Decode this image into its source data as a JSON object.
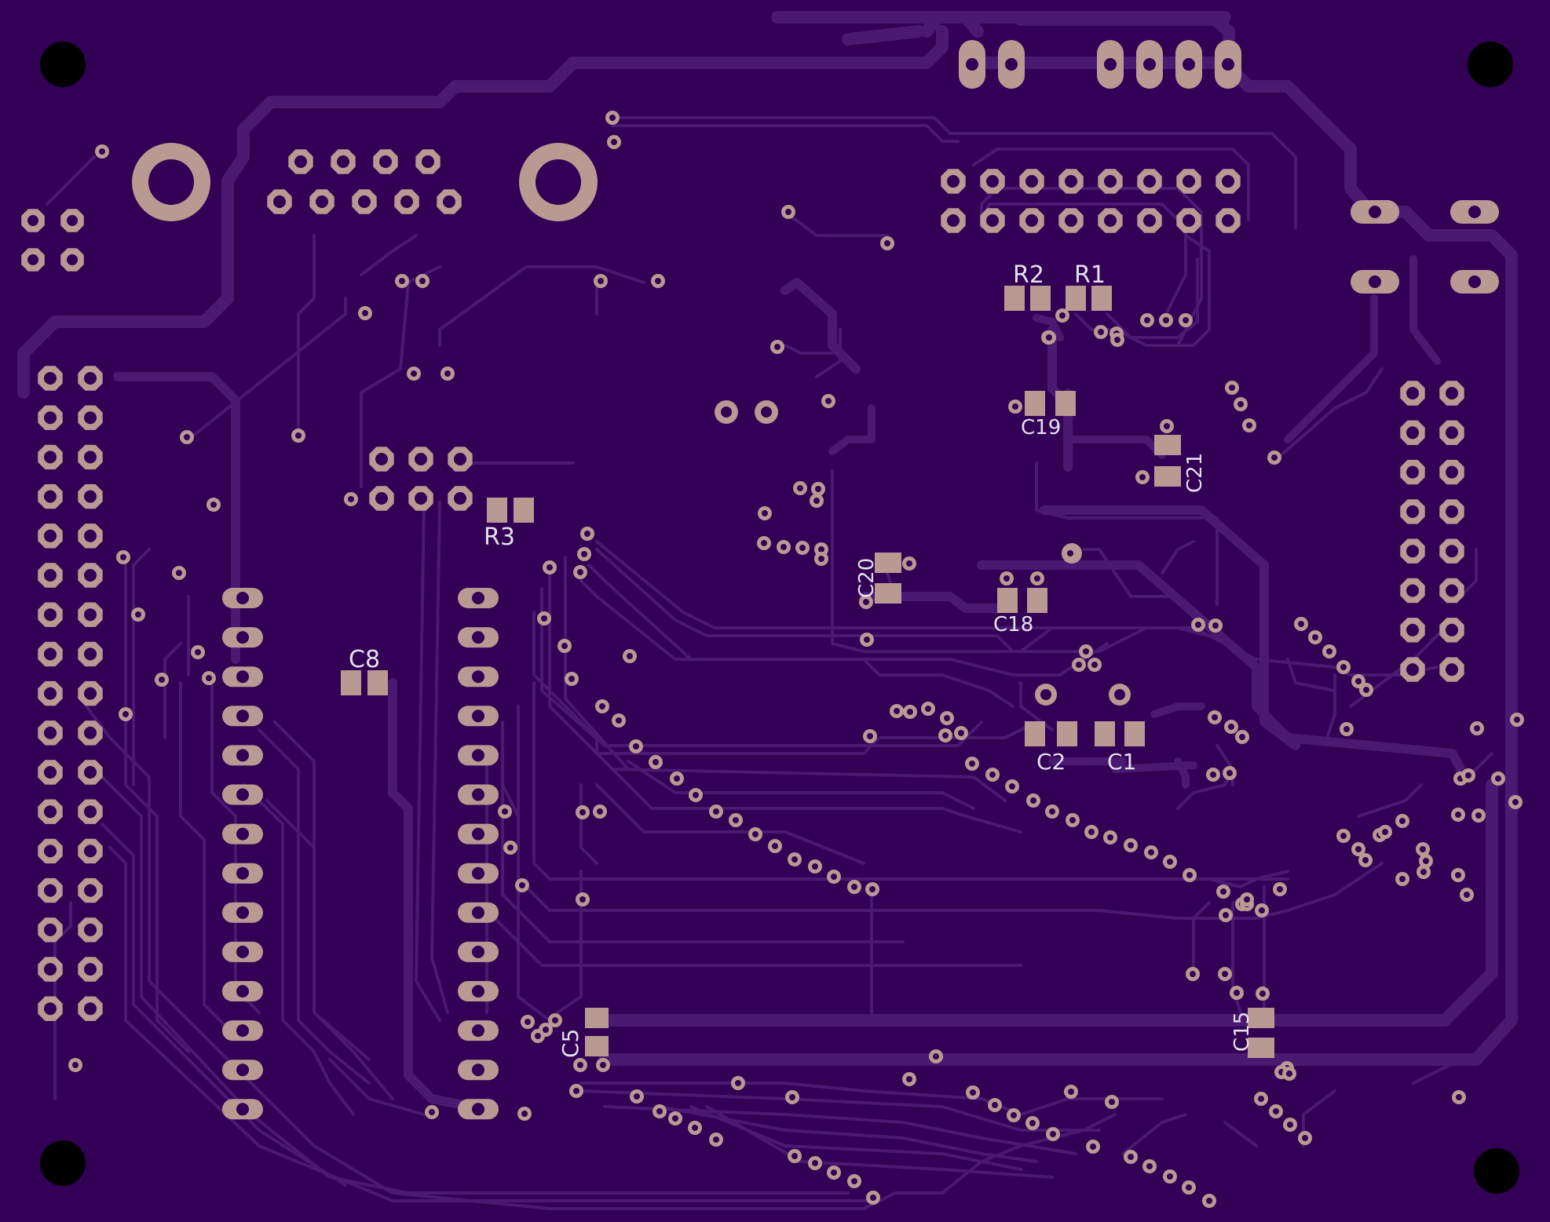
{
  "board": {
    "colors": {
      "substrate": "#320055",
      "trace": "#4a1a73",
      "pad": "#b99a93",
      "drill": "#320055",
      "hole": "#000000",
      "silkscreen": "#e6e0ec"
    }
  },
  "labels": {
    "r1": "R1",
    "r2": "R2",
    "r3": "R3",
    "c1": "C1",
    "c2": "C2",
    "c5": "C5",
    "c8": "C8",
    "c15": "C15",
    "c18": "C18",
    "c19": "C19",
    "c20": "C20",
    "c21": "C21"
  }
}
